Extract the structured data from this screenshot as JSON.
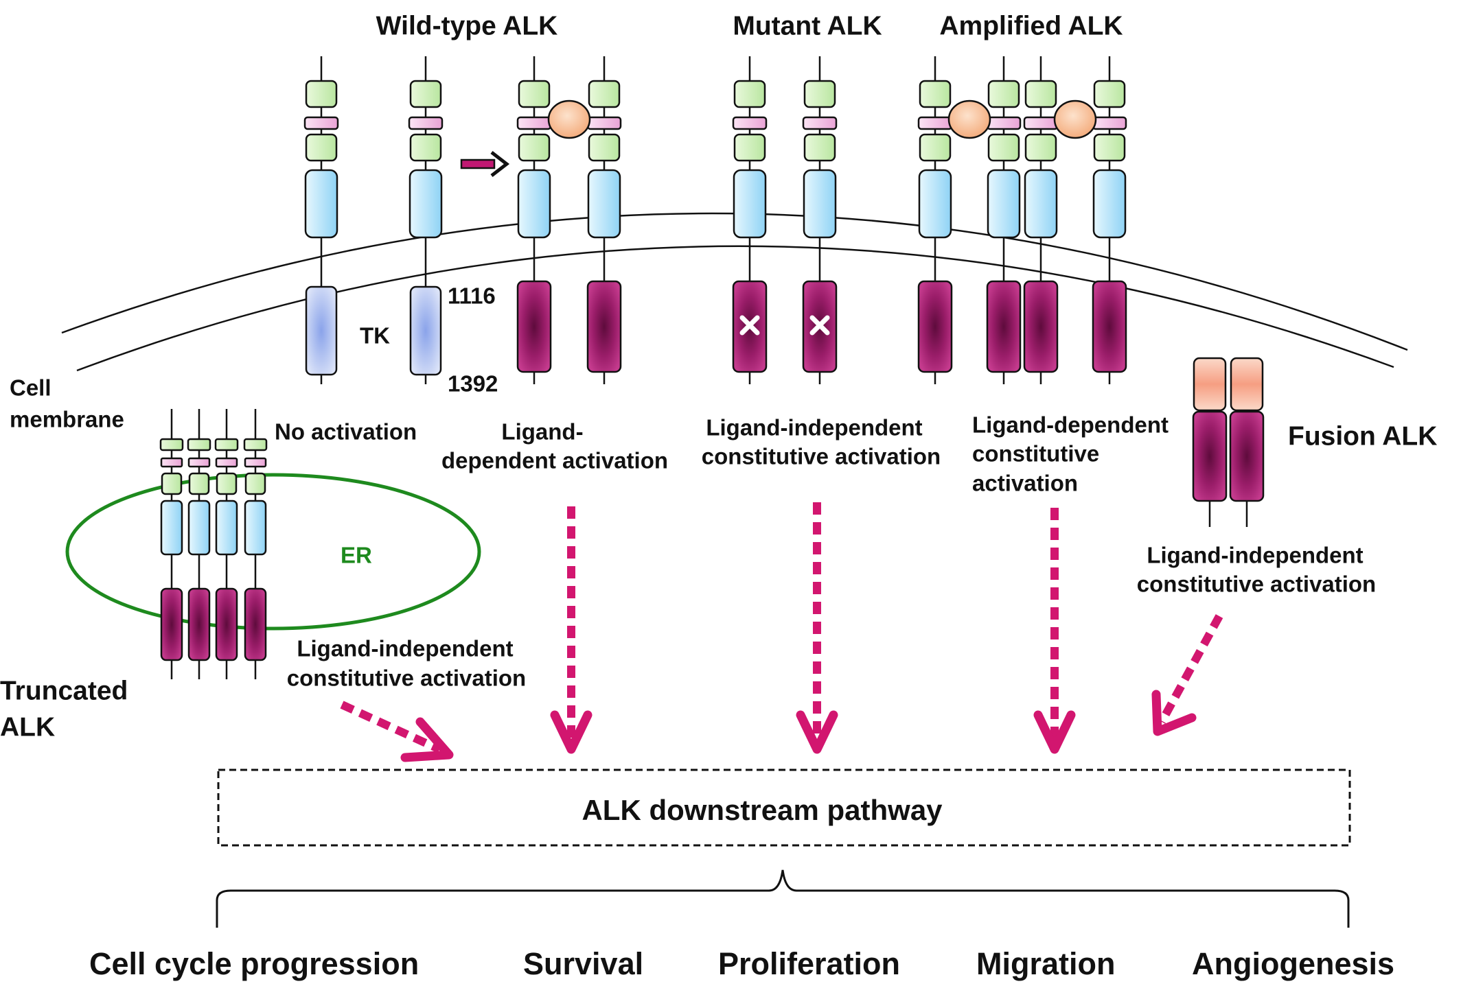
{
  "headings": {
    "wild_type": "Wild-type ALK",
    "mutant": "Mutant ALK",
    "amplified": "Amplified ALK",
    "fusion": "Fusion ALK",
    "truncated_line1": "Truncated",
    "truncated_line2": "ALK"
  },
  "labels": {
    "tk": "TK",
    "residue_start": "1116",
    "residue_end": "1392",
    "cell_membrane_line1": "Cell",
    "cell_membrane_line2": "membrane",
    "er": "ER",
    "no_activation": "No activation",
    "wt_activation_line1": "Ligand-",
    "wt_activation_line2": "dependent activation",
    "mutant_activation_line1": "Ligand-independent",
    "mutant_activation_line2": "constitutive activation",
    "amplified_activation_line1": "Ligand-dependent",
    "amplified_activation_line2": "constitutive",
    "amplified_activation_line3": "activation",
    "fusion_activation_line1": "Ligand-independent",
    "fusion_activation_line2": "constitutive activation",
    "truncated_activation_line1": "Ligand-independent",
    "truncated_activation_line2": "constitutive activation"
  },
  "pathway": {
    "title": "ALK downstream pathway"
  },
  "outcomes": [
    "Cell cycle progression",
    "Survival",
    "Proliferation",
    "Migration",
    "Angiogenesis"
  ],
  "colors": {
    "green_domain": "#d4f0c0",
    "pink_domain": "#f5c4e8",
    "blue_domain": "#bfe6fa",
    "ligand": "#f8c9a6",
    "kinase_active": "#b8277e",
    "kinase_inactive": "#b9c8ef",
    "fusion_partner": "#f8b69e",
    "arrow": "#d2166f",
    "er_outline": "#1e8a1e"
  }
}
